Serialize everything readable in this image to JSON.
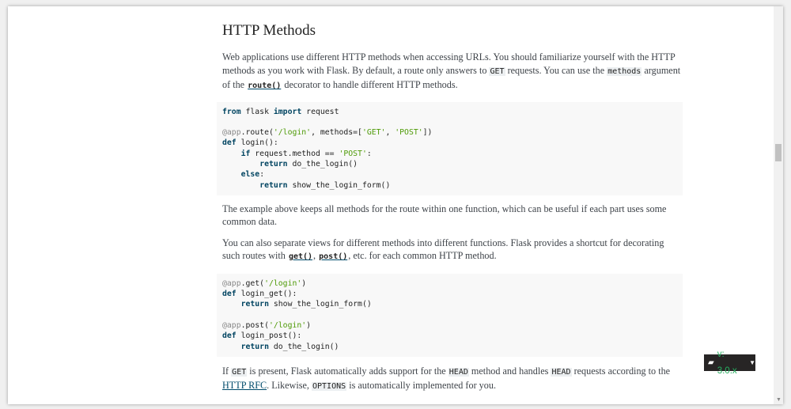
{
  "heading": "HTTP Methods",
  "p1": {
    "t1": "Web applications use different HTTP methods when accessing URLs. You should familiarize yourself with the HTTP methods as you work with Flask. By default, a route only answers to ",
    "c1": "GET",
    "t2": " requests. You can use the ",
    "c2": "methods",
    "t3": " argument of the ",
    "link": "route()",
    "t4": " decorator to handle different HTTP methods."
  },
  "code1": [
    [
      [
        "k",
        "from"
      ],
      [
        "n",
        " flask "
      ],
      [
        "k",
        "import"
      ],
      [
        "n",
        " request"
      ]
    ],
    [],
    [
      [
        "d",
        "@app"
      ],
      [
        "n",
        ".route("
      ],
      [
        "s",
        "'/login'"
      ],
      [
        "n",
        ", methods=["
      ],
      [
        "s",
        "'GET'"
      ],
      [
        "n",
        ", "
      ],
      [
        "s",
        "'POST'"
      ],
      [
        "n",
        "])"
      ]
    ],
    [
      [
        "k",
        "def"
      ],
      [
        "n",
        " login():"
      ]
    ],
    [
      [
        "n",
        "    "
      ],
      [
        "k",
        "if"
      ],
      [
        "n",
        " request.method == "
      ],
      [
        "s",
        "'POST'"
      ],
      [
        "n",
        ":"
      ]
    ],
    [
      [
        "n",
        "        "
      ],
      [
        "k",
        "return"
      ],
      [
        "n",
        " do_the_login()"
      ]
    ],
    [
      [
        "n",
        "    "
      ],
      [
        "k",
        "else"
      ],
      [
        "n",
        ":"
      ]
    ],
    [
      [
        "n",
        "        "
      ],
      [
        "k",
        "return"
      ],
      [
        "n",
        " show_the_login_form()"
      ]
    ]
  ],
  "p2": "The example above keeps all methods for the route within one function, which can be useful if each part uses some common data.",
  "p3": {
    "t1": "You can also separate views for different methods into different functions. Flask provides a shortcut for decorating such routes with ",
    "link1": "get()",
    "t2": ", ",
    "link2": "post()",
    "t3": ", etc. for each common HTTP method."
  },
  "code2": [
    [
      [
        "d",
        "@app"
      ],
      [
        "n",
        ".get("
      ],
      [
        "s",
        "'/login'"
      ],
      [
        "n",
        ")"
      ]
    ],
    [
      [
        "k",
        "def"
      ],
      [
        "n",
        " login_get():"
      ]
    ],
    [
      [
        "n",
        "    "
      ],
      [
        "k",
        "return"
      ],
      [
        "n",
        " show_the_login_form()"
      ]
    ],
    [],
    [
      [
        "d",
        "@app"
      ],
      [
        "n",
        ".post("
      ],
      [
        "s",
        "'/login'"
      ],
      [
        "n",
        ")"
      ]
    ],
    [
      [
        "k",
        "def"
      ],
      [
        "n",
        " login_post():"
      ]
    ],
    [
      [
        "n",
        "    "
      ],
      [
        "k",
        "return"
      ],
      [
        "n",
        " do_the_login()"
      ]
    ]
  ],
  "p4": {
    "t1": "If ",
    "c1": "GET",
    "t2": " is present, Flask automatically adds support for the ",
    "c2": "HEAD",
    "t3": " method and handles ",
    "c3": "HEAD",
    "t4": " requests according to the ",
    "link": "HTTP RFC",
    "t5": ". Likewise, ",
    "c4": "OPTIONS",
    "t6": " is automatically implemented for you."
  },
  "version_badge": {
    "label": "v: 3.0.x",
    "icon": "book-icon"
  }
}
